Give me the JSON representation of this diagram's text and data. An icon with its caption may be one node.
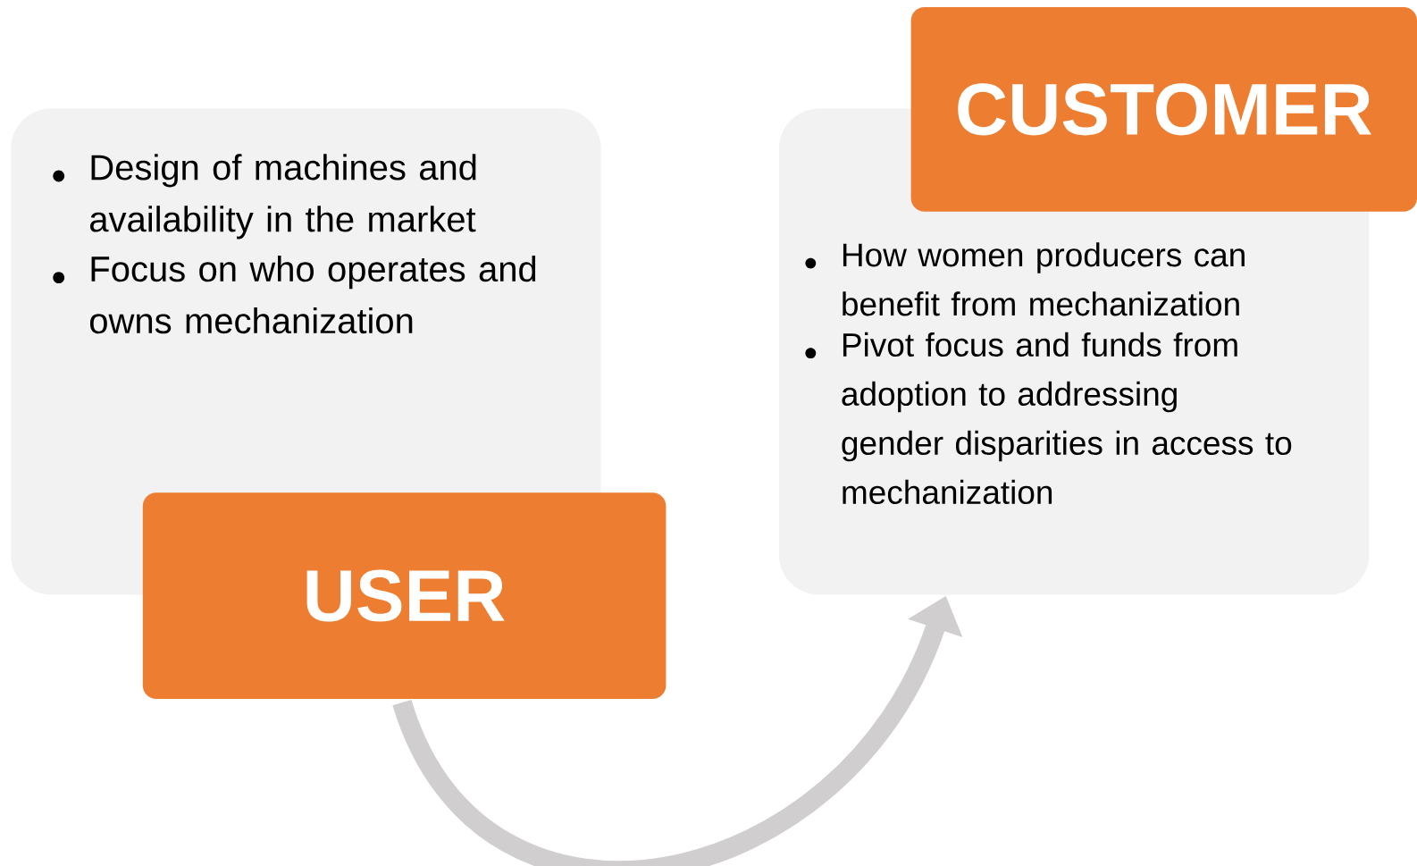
{
  "diagram": {
    "nodes": [
      {
        "text": [
          "Design of machines and availability in the market",
          "Focus on who operates and owns mechanization"
        ]
      },
      {
        "text": [
          "USER"
        ]
      },
      {
        "text": [
          "How women producers can benefit from mechanization",
          "Pivot focus and funds from adoption to addressing gender disparities in access to mechanization"
        ]
      },
      {
        "text": [
          "CUSTOMER"
        ]
      }
    ],
    "edges": [
      {
        "from": 1,
        "to": 2,
        "arrow": "to"
      }
    ]
  }
}
